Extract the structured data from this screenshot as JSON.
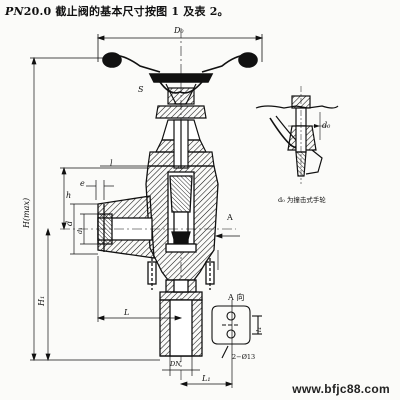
{
  "caption": {
    "prefix": "PN",
    "text": "20.0 截止阀的基本尺寸按图 1 及表 2。"
  },
  "labels": {
    "d0_top": "D₀",
    "s": "S",
    "hmax": "H(max)",
    "h1": "H₁",
    "h": "h",
    "d": "d",
    "d1": "d₁",
    "l": "l",
    "e": "e",
    "L": "L",
    "DN": "DN",
    "L1": "L₁",
    "A": "A",
    "A_view": "A 向",
    "l4": "l₄",
    "holes": "2−Ø13",
    "d0_detail": "d₀",
    "handwheel_note": "d₀ 为撞击式手轮"
  },
  "watermark": "www.bfjc88.com"
}
